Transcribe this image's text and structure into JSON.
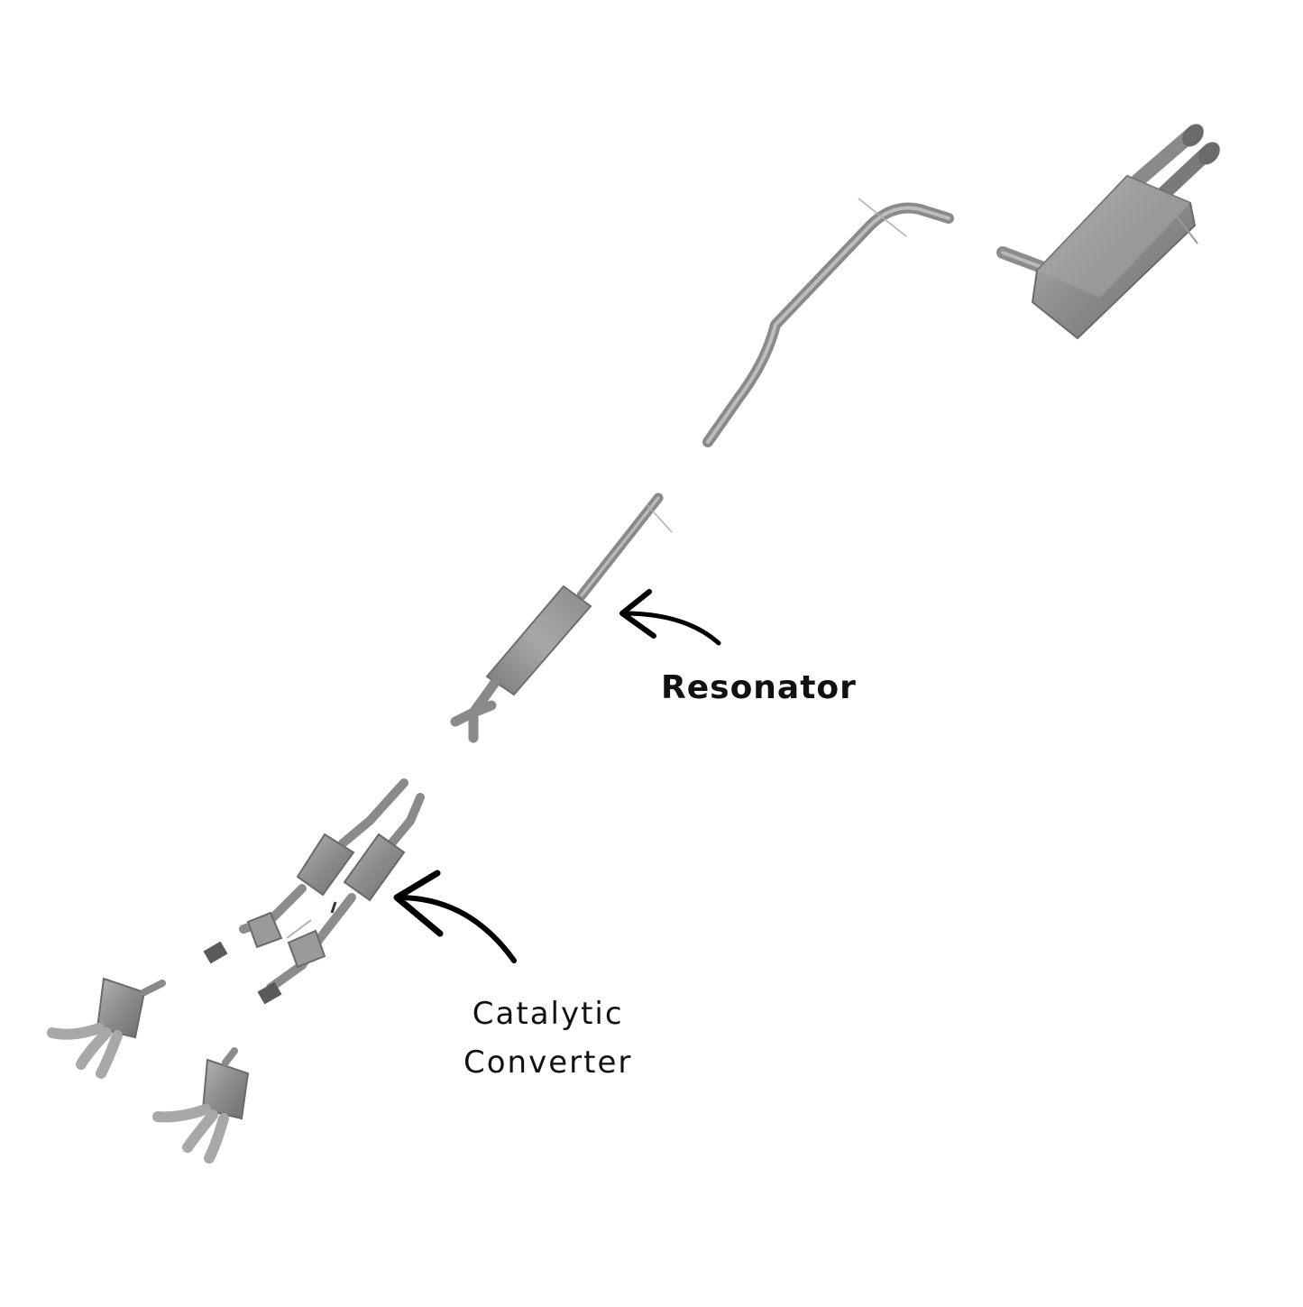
{
  "labels": {
    "resonator": "Resonator",
    "catalytic_line1": "Catalytic",
    "catalytic_line2": "Converter"
  },
  "parts": [
    {
      "name": "muffler-with-dual-tips"
    },
    {
      "name": "tailpipe-bent"
    },
    {
      "name": "resonator-pipe"
    },
    {
      "name": "catalytic-converter-y-pipe"
    },
    {
      "name": "exhaust-manifold-left"
    },
    {
      "name": "exhaust-manifold-right"
    }
  ],
  "colors": {
    "metal_dark": "#6f6f6f",
    "metal_mid": "#9a9a9a",
    "metal_light": "#c8c8c8",
    "arrow": "#000000",
    "text": "#111111"
  }
}
